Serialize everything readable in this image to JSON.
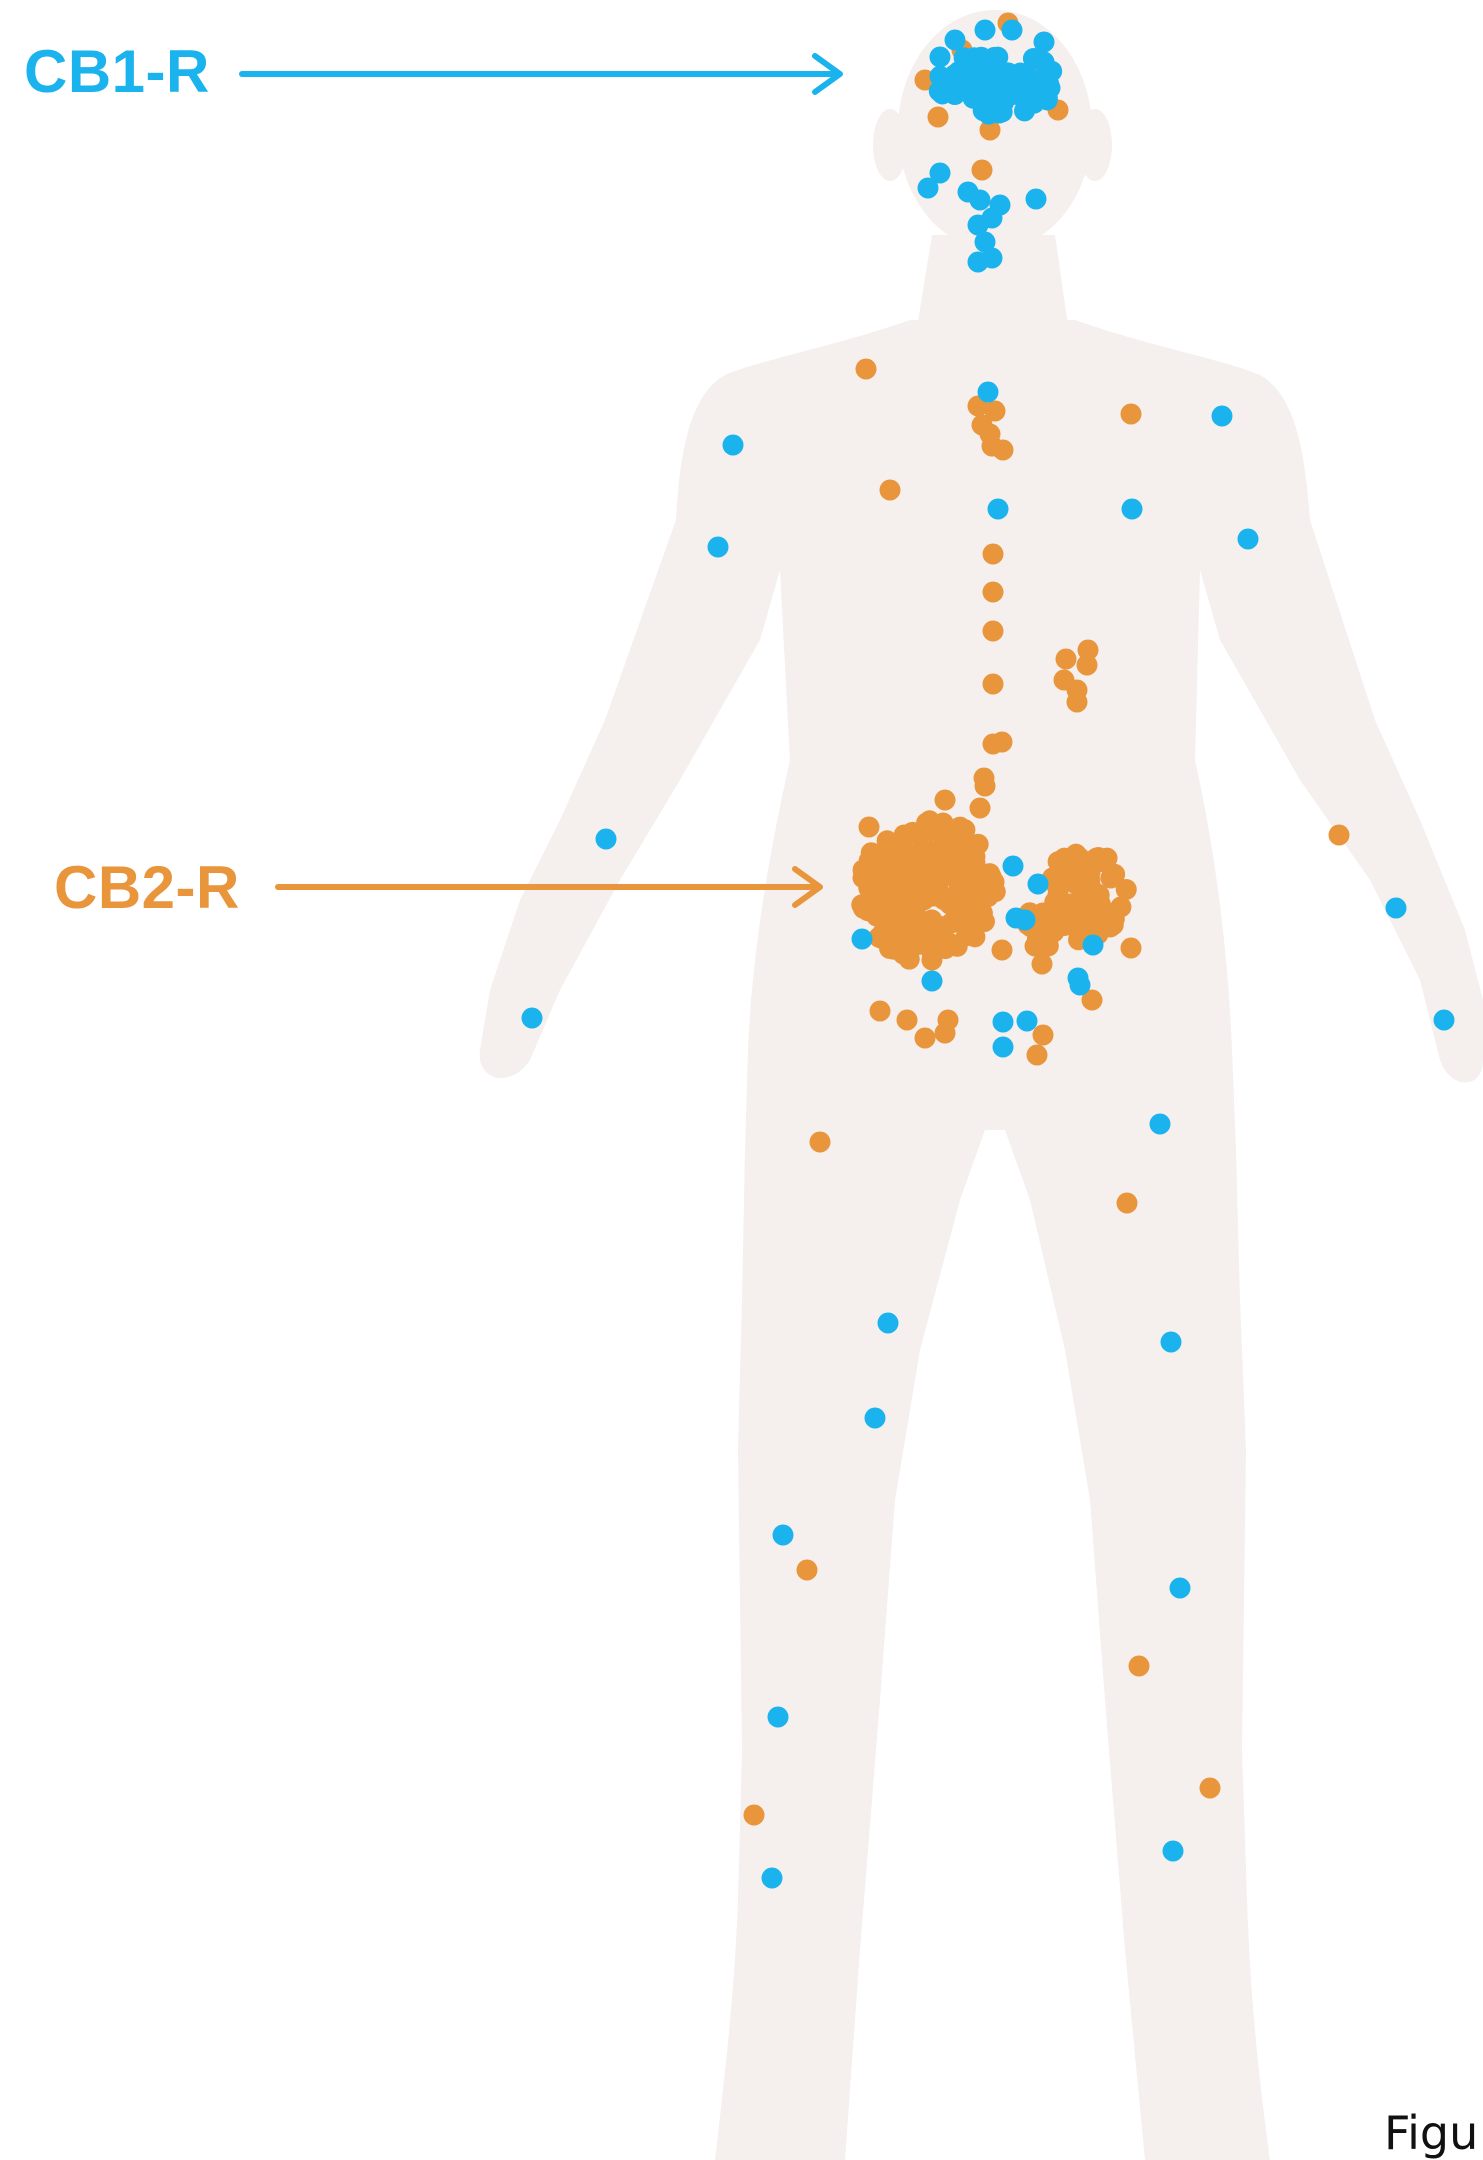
{
  "labels": {
    "cb1": "CB1-R",
    "cb2": "CB2-R"
  },
  "caption": "Figu",
  "colors": {
    "cb1": "#1bb3ee",
    "cb2": "#e8953c",
    "body": "#f5efee",
    "background": "#ffffff"
  }
}
